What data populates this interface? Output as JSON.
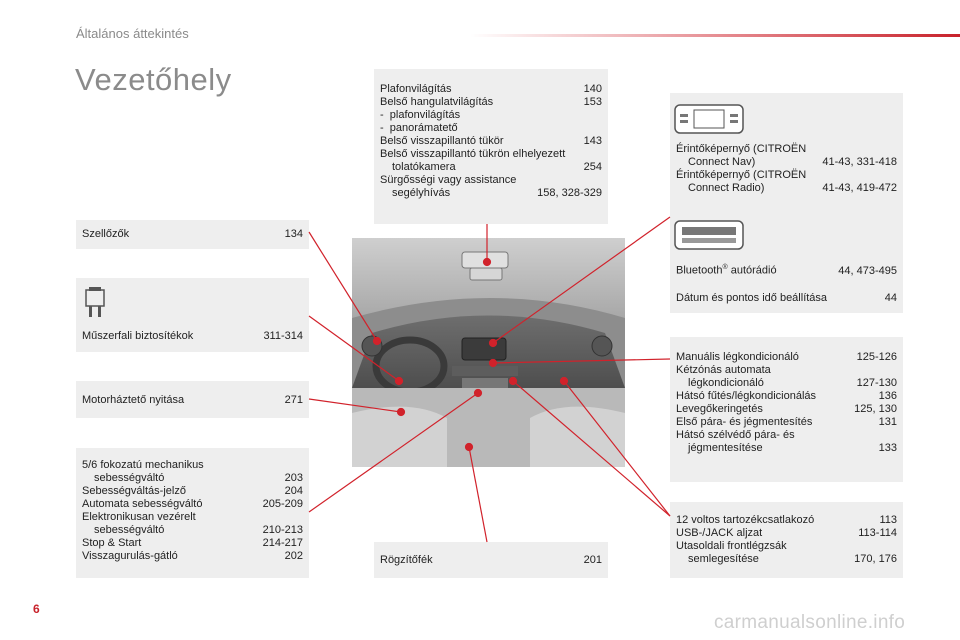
{
  "header": {
    "section": "Általános áttekintés",
    "page_title": "Vezetőhely",
    "page_number": "6"
  },
  "watermark": "carmanualsonline.info",
  "boxes": {
    "ceiling": [
      {
        "t": "Plafonvilágítás",
        "p": "140"
      },
      {
        "t": "Belső hangulatvilágítás",
        "p": "153"
      },
      {
        "t": "-  plafonvilágítás",
        "p": ""
      },
      {
        "t": "-  panorámatető",
        "p": ""
      },
      {
        "t": "Belső visszapillantó tükör",
        "p": "143"
      },
      {
        "t": "Belső visszapillantó tükrön elhelyezett",
        "p": ""
      },
      {
        "t": "tolatókamera",
        "p": "254",
        "i": true
      },
      {
        "t": "Sürgősségi vagy assistance",
        "p": ""
      },
      {
        "t": "segélyhívás",
        "p": "158, 328-329",
        "i": true
      }
    ],
    "vents": {
      "t": "Szellőzők",
      "p": "134"
    },
    "fuses": {
      "t": "Műszerfali biztosítékok",
      "p": "311-314"
    },
    "bonnet": {
      "t": "Motorháztető nyitása",
      "p": "271"
    },
    "gearbox": [
      {
        "t": "5/6 fokozatú mechanikus",
        "p": ""
      },
      {
        "t": "sebességváltó",
        "p": "203",
        "i": true
      },
      {
        "t": "Sebességváltás-jelző",
        "p": "204"
      },
      {
        "t": "Automata sebességváltó",
        "p": "205-209"
      },
      {
        "t": "Elektronikusan vezérelt",
        "p": ""
      },
      {
        "t": "sebességváltó",
        "p": "210-213",
        "i": true
      },
      {
        "t": "Stop & Start",
        "p": "214-217"
      },
      {
        "t": "Visszagurulás-gátló",
        "p": "202"
      }
    ],
    "parking_brake": {
      "t": "Rögzítőfék",
      "p": "201"
    },
    "touchscreen": [
      {
        "t": "Érintőképernyő (CITROËN",
        "p": ""
      },
      {
        "t": "Connect Nav)",
        "p": "41-43, 331-418",
        "i": true
      },
      {
        "t": "Érintőképernyő (CITROËN",
        "p": ""
      },
      {
        "t": "Connect Radio)",
        "p": "41-43, 419-472",
        "i": true
      }
    ],
    "radio": {
      "t": "Bluetooth",
      "sup": "®",
      "t2": " autórádió",
      "p": "44, 473-495"
    },
    "datetime": {
      "t": "Dátum és pontos idő beállítása",
      "p": "44"
    },
    "climate": [
      {
        "t": "Manuális légkondicionáló",
        "p": "125-126"
      },
      {
        "t": "Kétzónás automata",
        "p": ""
      },
      {
        "t": "légkondicionáló",
        "p": "127-130",
        "i": true
      },
      {
        "t": "Hátsó fűtés/légkondicionálás",
        "p": "136"
      },
      {
        "t": "Levegőkeringetés",
        "p": "125, 130"
      },
      {
        "t": "Első pára- és jégmentesítés",
        "p": "131"
      },
      {
        "t": "Hátsó szélvédő pára- és",
        "p": ""
      },
      {
        "t": "jégmentesítése",
        "p": "133",
        "i": true
      }
    ],
    "sockets": [
      {
        "t": "12 voltos tartozékcsatlakozó",
        "p": "113"
      },
      {
        "t": "USB-/JACK aljzat",
        "p": "113-114"
      },
      {
        "t": "Utasoldali frontlégzsák",
        "p": ""
      },
      {
        "t": "semlegesítése",
        "p": "170, 176",
        "i": true
      }
    ]
  },
  "colors": {
    "accent": "#c8222b",
    "box_bg": "#eeeeee",
    "title": "#8b8b8b"
  }
}
